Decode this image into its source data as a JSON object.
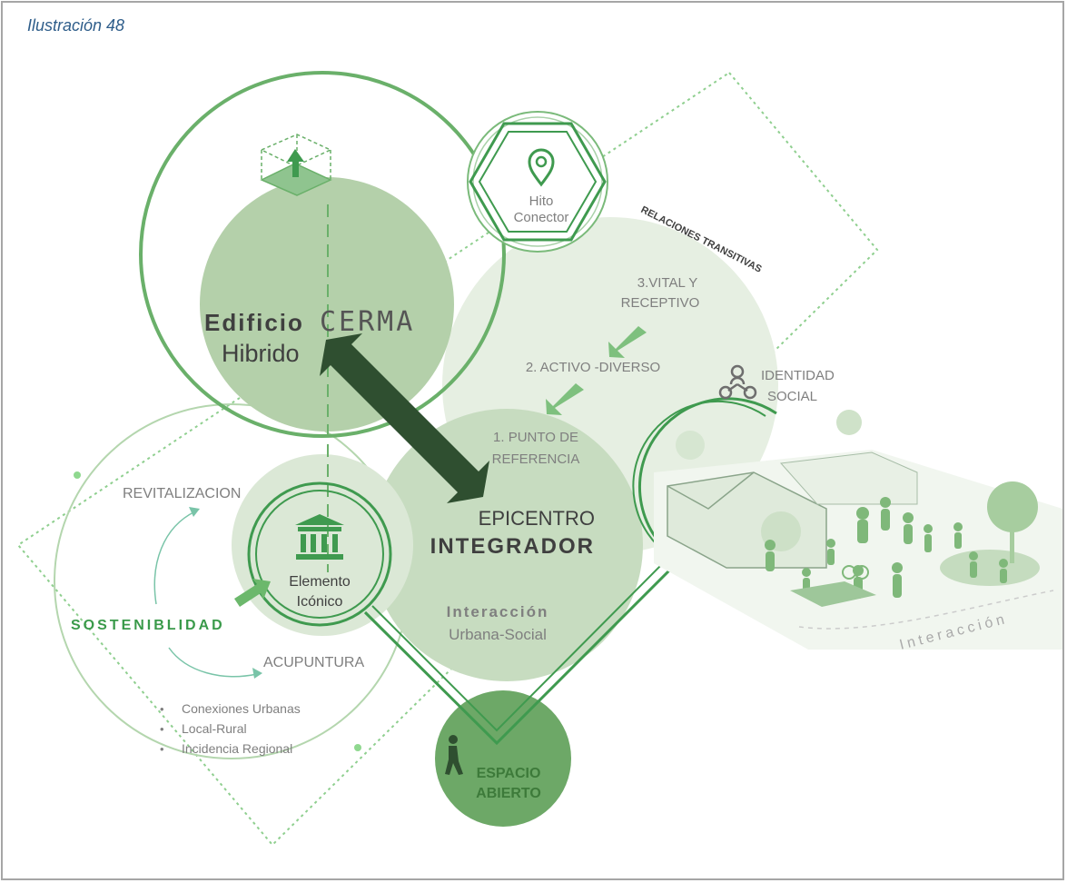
{
  "caption": "Ilustración 48",
  "labels": {
    "hito_1": "Hito",
    "hito_2": "Conector",
    "relaciones": "RELACIONES TRANSITIVAS",
    "vital_1": "3.VITAL Y",
    "vital_2": "RECEPTIVO",
    "activo": "2. ACTIVO -DIVERSO",
    "identidad_1": "IDENTIDAD",
    "identidad_2": "SOCIAL",
    "punto_1": "1. PUNTO DE",
    "punto_2": "REFERENCIA",
    "edificio": "Edificio",
    "cerma": "CERMA",
    "hibrido": "Hibrido",
    "epicentro": "EPICENTRO",
    "integrador": "INTEGRADOR",
    "interaccion": "Interacción",
    "urbana_social": "Urbana-Social",
    "revitalizacion": "REVITALIZACION",
    "sostenibilidad": "SOSTENIBLIDAD",
    "acupuntura": "ACUPUNTURA",
    "elemento_1": "Elemento",
    "elemento_2": "Icónico",
    "espacio_1": "ESPACIO",
    "espacio_2": "ABIERTO",
    "interaccion_scene": "Interacción"
  },
  "bullets": [
    "Conexiones Urbanas",
    "Local-Rural",
    "Incidencia Regional"
  ],
  "colors": {
    "light_green": "#e6efe2",
    "mid_green": "#c7dcc0",
    "medium_green": "#b4d0aa",
    "strong_green": "#5aa66a",
    "dark_green": "#2f4f30",
    "open_space": "#6da867"
  },
  "icons": [
    "location-pin-icon",
    "cube-arrow-icon",
    "building-columns-icon",
    "people-network-icon",
    "pedestrian-icon"
  ]
}
